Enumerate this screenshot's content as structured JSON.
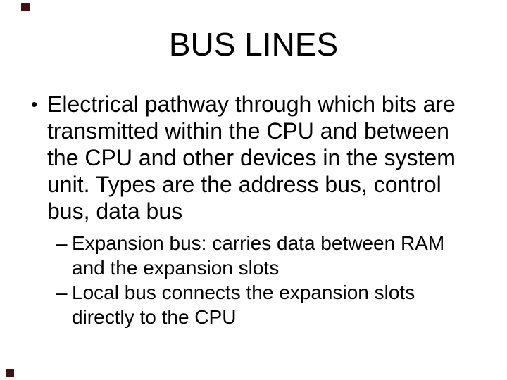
{
  "slide": {
    "title": "BUS LINES",
    "colors": {
      "background": "#ffffff",
      "text": "#000000",
      "decorative_square": "#441111"
    },
    "bullet_level1": {
      "marker": "•",
      "lines": [
        "Electrical pathway through which bits are",
        "transmitted within the CPU and between",
        "the CPU and other devices in the system",
        "unit. Types are the address bus, control",
        "bus, data bus"
      ]
    },
    "bullet_level2": [
      {
        "marker": "–",
        "lines": [
          "Expansion bus: carries data between RAM",
          "and the expansion slots"
        ]
      },
      {
        "marker": "–",
        "lines": [
          "Local bus connects the expansion slots",
          "directly to the CPU"
        ]
      }
    ]
  }
}
